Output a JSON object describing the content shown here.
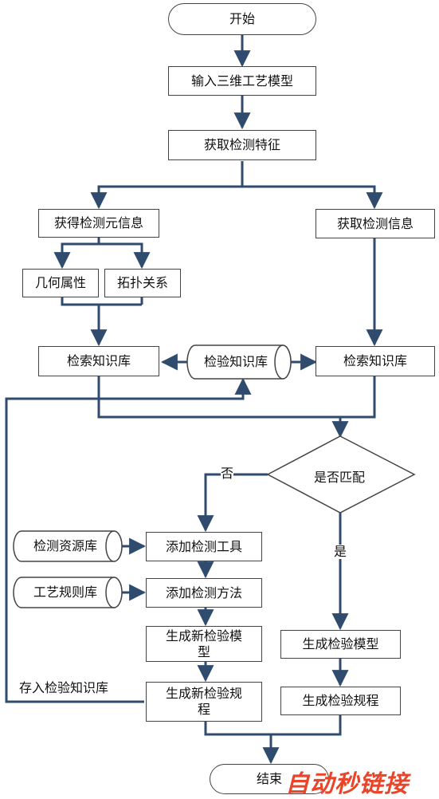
{
  "nodes": {
    "start": "开始",
    "input_model": "输入三维工艺模型",
    "get_features": "获取检测特征",
    "get_meta": "获得检测元信息",
    "get_info": "获取检测信息",
    "geometry": "几何属性",
    "topology": "拓扑关系",
    "search_left": "检索知识库",
    "kb": "检验知识库",
    "search_right": "检索知识库",
    "match": "是否匹配",
    "resource_db": "检测资源库",
    "process_db": "工艺规则库",
    "add_tool": "添加检测工具",
    "add_method": "添加检测方法",
    "new_model": "生成新检验模型",
    "new_rule": "生成新检验规程",
    "gen_model": "生成检验模型",
    "gen_rule": "生成检验规程",
    "end": "结束"
  },
  "labels": {
    "no": "否",
    "yes": "是",
    "store_kb": "存入检验知识库"
  },
  "watermark": "自动秒链接",
  "colors": {
    "arrow": "#2f4b6e",
    "border": "#444444",
    "watermark": "#e8452a"
  }
}
